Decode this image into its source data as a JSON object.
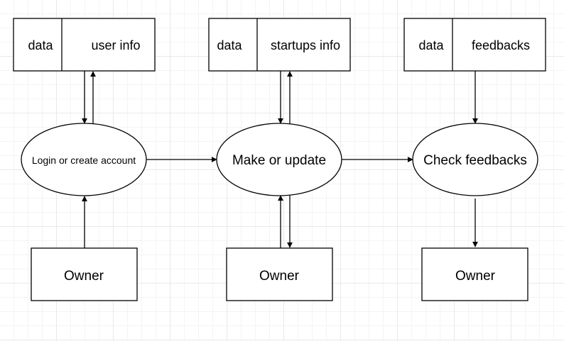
{
  "data_stores": [
    {
      "tag": "data",
      "name": "user info"
    },
    {
      "tag": "data",
      "name": "startups info"
    },
    {
      "tag": "data",
      "name": "feedbacks"
    }
  ],
  "processes": [
    {
      "label": "Login or create account"
    },
    {
      "label": "Make or update"
    },
    {
      "label": "Check feedbacks"
    }
  ],
  "entities": [
    {
      "label": "Owner"
    },
    {
      "label": "Owner"
    },
    {
      "label": "Owner"
    }
  ],
  "colors": {
    "stroke": "#000000",
    "fill": "#ffffff",
    "grid": "#e9e9e9"
  }
}
